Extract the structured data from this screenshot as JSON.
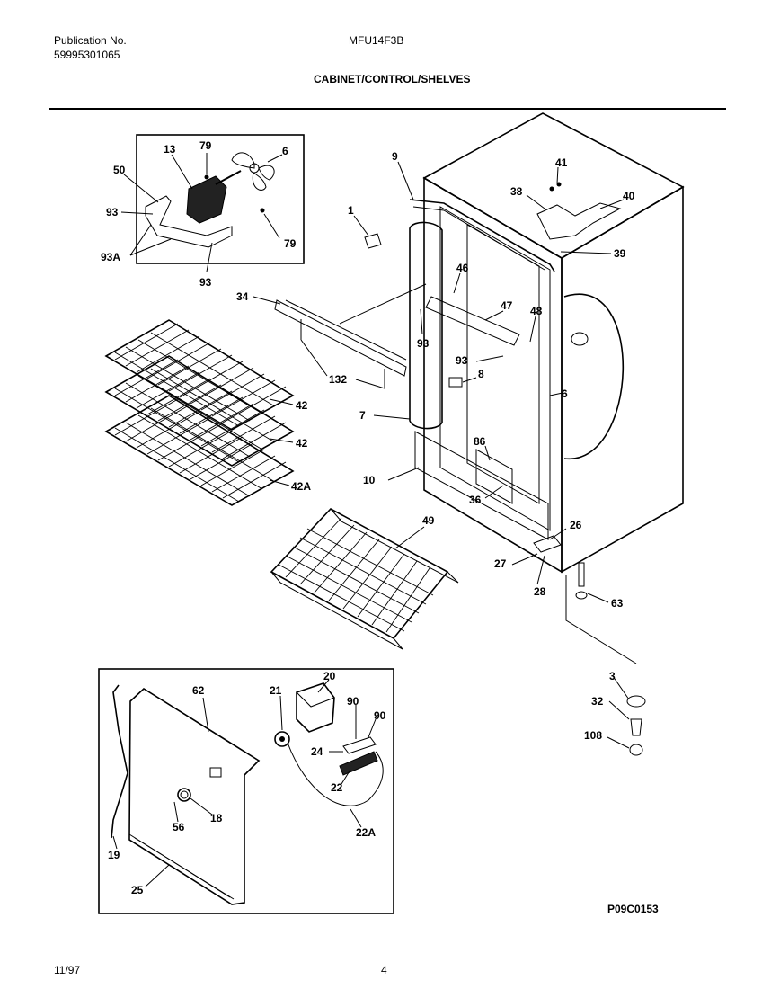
{
  "header": {
    "publication_label": "Publication No.",
    "publication_number": "59995301065",
    "model": "MFU14F3B",
    "section_title": "CABINET/CONTROL/SHELVES"
  },
  "footer": {
    "date": "11/97",
    "page": "4",
    "figure_code": "P09C0153"
  },
  "callouts": {
    "c13": "13",
    "c79a": "79",
    "c6a": "6",
    "c50": "50",
    "c93a": "93",
    "c79b": "79",
    "c93A": "93A",
    "c93b": "93",
    "c9": "9",
    "c1": "1",
    "c41": "41",
    "c38": "38",
    "c40": "40",
    "c39": "39",
    "c46": "46",
    "c34": "34",
    "c47": "47",
    "c48": "48",
    "c93c": "93",
    "c93d": "93",
    "c8": "8",
    "c132": "132",
    "c6b": "6",
    "c42a": "42",
    "c7": "7",
    "c42b": "42",
    "c86": "86",
    "c10": "10",
    "c42A": "42A",
    "c36": "36",
    "c49": "49",
    "c26": "26",
    "c27": "27",
    "c28": "28",
    "c63": "63",
    "c3": "3",
    "c32": "32",
    "c108": "108",
    "c62": "62",
    "c21": "21",
    "c20": "20",
    "c90a": "90",
    "c90b": "90",
    "c24": "24",
    "c22": "22",
    "c18": "18",
    "c56": "56",
    "c19": "19",
    "c22A": "22A",
    "c25": "25"
  }
}
